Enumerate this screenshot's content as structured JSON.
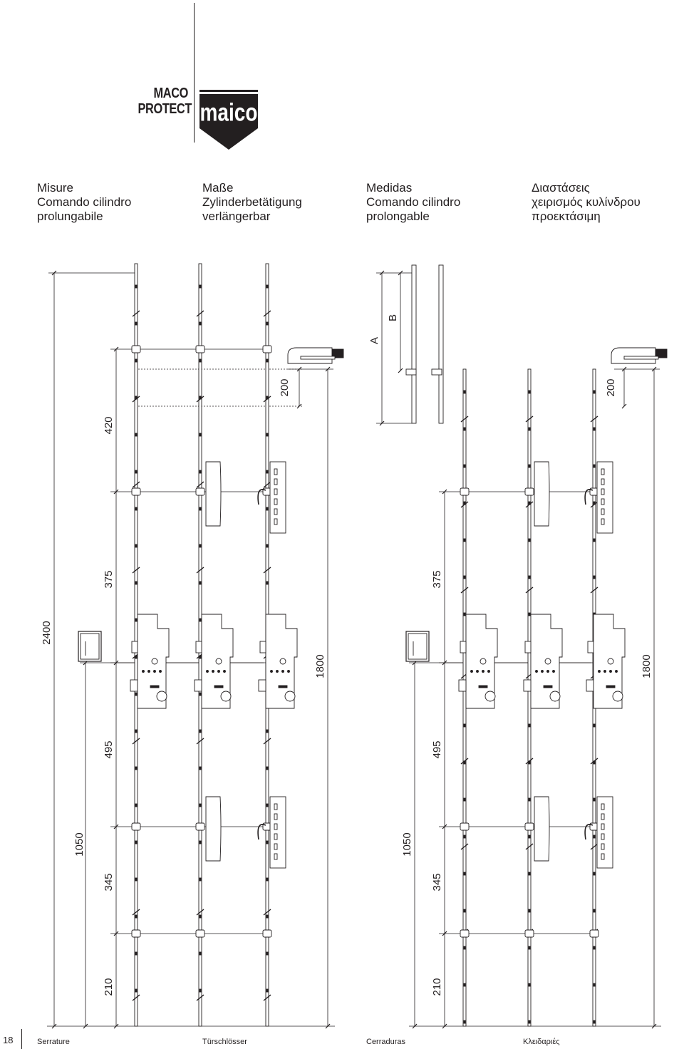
{
  "brand": {
    "logo_line1": "MACO",
    "logo_line2": "PROTECT",
    "logo_mark_text": "maico"
  },
  "headers": [
    {
      "lang": "it",
      "lines": [
        "Misure",
        "Comando cilindro",
        "prolungabile"
      ]
    },
    {
      "lang": "de",
      "lines": [
        "Maße",
        "Zylinderbetätigung",
        "verlängerbar"
      ]
    },
    {
      "lang": "es",
      "lines": [
        "Medidas",
        "Comando cilindro",
        "prolongable"
      ]
    },
    {
      "lang": "el",
      "lines": [
        "Διαστάσεις",
        "χειρισμός κυλίνδρου",
        "προεκτάσιμη"
      ]
    }
  ],
  "dimensions": {
    "left": {
      "total": "2400",
      "handle_height": "1050",
      "segments": [
        "420",
        "375",
        "495",
        "345",
        "210"
      ],
      "top_extension": "200",
      "lock_height": "1800"
    },
    "right": {
      "handle_height": "1050",
      "segments": [
        "375",
        "495",
        "345",
        "210"
      ],
      "top_extension": "200",
      "lock_height": "1800"
    },
    "extension_labels": [
      "A",
      "B"
    ]
  },
  "footer": {
    "page_number": "18",
    "items": [
      "Serrature",
      "Türschlösser",
      "Cerraduras",
      "Κλειδαριές"
    ]
  }
}
